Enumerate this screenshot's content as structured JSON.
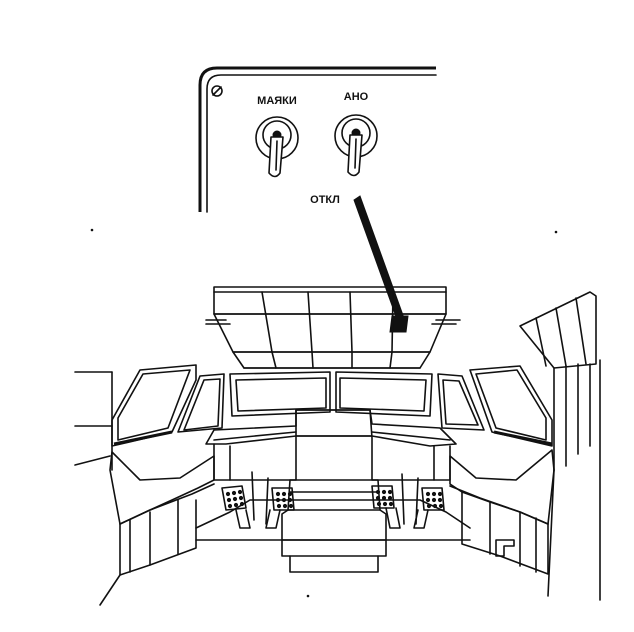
{
  "labels": {
    "toggle_left": "МАЯКИ",
    "toggle_right": "АНО",
    "off_position": "ОТКЛ"
  }
}
